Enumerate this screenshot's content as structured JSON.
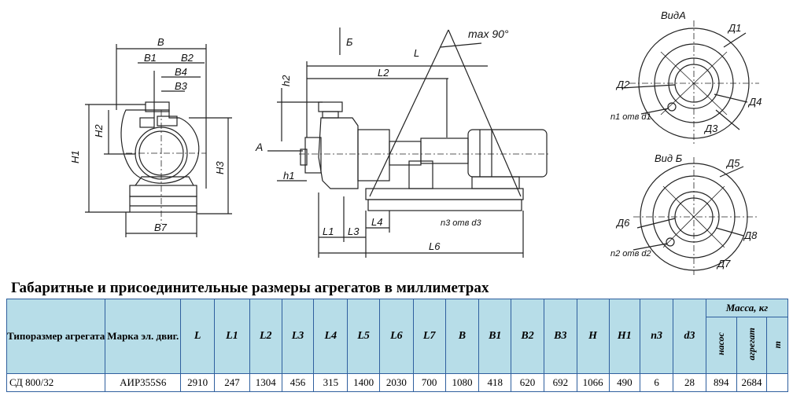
{
  "drawing": {
    "labels": {
      "B": "B",
      "B1": "B1",
      "B2": "B2",
      "B4": "B4",
      "B3": "B3",
      "B7": "B7",
      "H1": "H1",
      "H2": "H2",
      "H3": "H3",
      "L": "L",
      "L1": "L1",
      "L2": "L2",
      "L3": "L3",
      "L4": "L4",
      "L6": "L6",
      "h1": "h1",
      "h2": "h2",
      "A": "A",
      "B_view": "Б",
      "max_angle": "max 90°",
      "n3_holes": "n3 отв d3",
      "view_a": "ВидА",
      "view_b": "Вид Б",
      "D1": "Д1",
      "D2": "Д2",
      "D3": "Д3",
      "D4": "Д4",
      "D5": "Д5",
      "D6": "Д6",
      "D7": "Д7",
      "D8": "Д8",
      "n1_holes": "n1 отв d1",
      "n2_holes": "n2 отв d2"
    }
  },
  "title": "Габаритные и присоединительные размеры агрегатов в миллиметрах",
  "table": {
    "header": {
      "type": "Типоразмер агрегата",
      "motor": "Марка эл. двиг.",
      "cols": [
        "L",
        "L1",
        "L2",
        "L3",
        "L4",
        "L5",
        "L6",
        "L7",
        "B",
        "B1",
        "B2",
        "B3",
        "H",
        "H1",
        "n3",
        "d3"
      ],
      "mass": "Масса, кг",
      "mass_pump": "насос",
      "mass_unit": "агрегат",
      "mass_m": "т"
    },
    "rows": [
      {
        "type": "СД 800/32",
        "motor": "АИР355S6",
        "values": [
          "2910",
          "247",
          "1304",
          "456",
          "315",
          "1400",
          "2030",
          "700",
          "1080",
          "418",
          "620",
          "692",
          "1066",
          "490",
          "6",
          "28"
        ],
        "mass_pump": "894",
        "mass_unit": "2684"
      }
    ]
  }
}
